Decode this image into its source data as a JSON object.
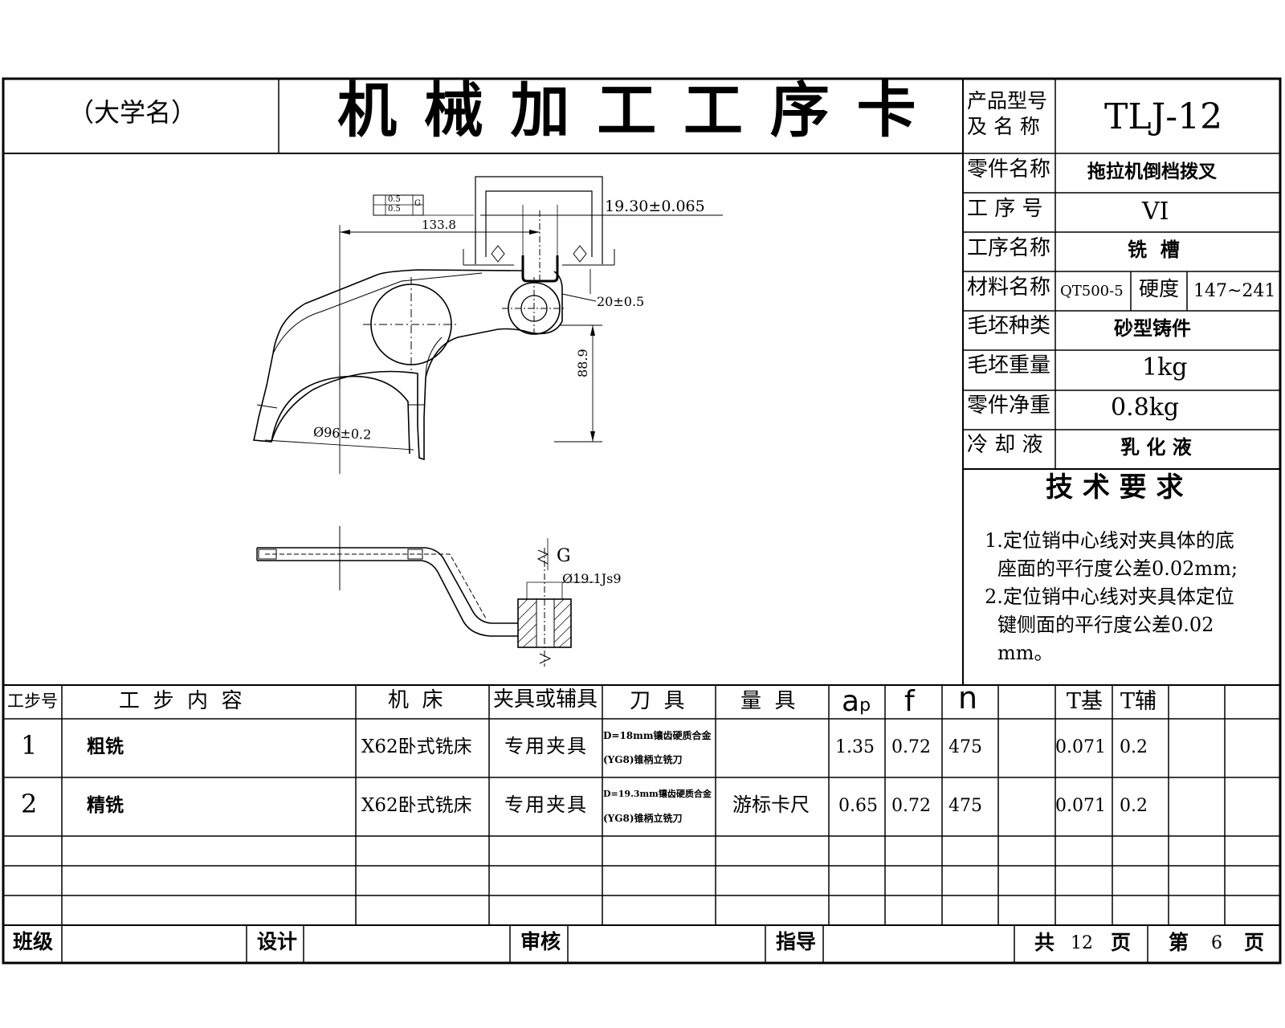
{
  "header": {
    "school": "（大学名）",
    "title": "机 械 加 工 工 序 卡",
    "product_label_1": "产品型号",
    "product_label_2": "及 名 称",
    "product_value": "TLJ-12"
  },
  "info": {
    "part_name_label": "零件名称",
    "part_name_value": "拖拉机倒档拨叉",
    "process_no_label": "工 序 号",
    "process_no_value": "VI",
    "process_name_label": "工序名称",
    "process_name_value": "铣  槽",
    "material_label": "材料名称",
    "material_value": "QT500-5",
    "hardness_label": "硬度",
    "hardness_value": "147~241",
    "blank_type_label": "毛坯种类",
    "blank_type_value": "砂型铸件",
    "blank_weight_label": "毛坯重量",
    "blank_weight_value": "1kg",
    "net_weight_label": "零件净重",
    "net_weight_value": "0.8kg",
    "coolant_label": "冷 却 液",
    "coolant_value": "乳 化 液"
  },
  "tech": {
    "title": "技 术 要 求",
    "lines": [
      "1.定位销中心线对夹具体的底",
      "座面的平行度公差0.02mm;",
      "2.定位销中心线对夹具体定位",
      "键侧面的平行度公差0.02",
      "mm。"
    ]
  },
  "drawing": {
    "dim_slot": "19.30±0.065",
    "dim_133": "133.8",
    "dim_20": "20±0.5",
    "dim_88": "88.9",
    "dim_96": "Ø96±0.2",
    "tol_1": "0.5",
    "tol_2": "0.5",
    "datum": "G",
    "datum_ref": "G",
    "dim_hole": "Ø19.1Js9"
  },
  "table": {
    "headers": {
      "step": "工步号",
      "content": "工  步  内  容",
      "machine": "机  床",
      "fixture": "夹具或辅具",
      "tool": "刀  具",
      "gauge": "量  具",
      "ap_main": "a",
      "ap_sub": "p",
      "f": "f",
      "n": "n",
      "t_basic": "T基",
      "t_aux": "T辅"
    },
    "rows": [
      {
        "step": "1",
        "content": "粗铣",
        "machine": "X62卧式铣床",
        "fixture": "专用夹具",
        "tool_1": "D=18mm镶齿硬质合金",
        "tool_2": "(YG8)锥柄立铣刀",
        "gauge": "",
        "ap": "1.35",
        "f": "0.72",
        "n": "475",
        "t_basic": "0.071",
        "t_aux": "0.2"
      },
      {
        "step": "2",
        "content": "精铣",
        "machine": "X62卧式铣床",
        "fixture": "专用夹具",
        "tool_1": "D=19.3mm镶齿硬质合金",
        "tool_2": "(YG8)锥柄立铣刀",
        "gauge": "游标卡尺",
        "ap": "0.65",
        "f": "0.72",
        "n": "475",
        "t_basic": "0.071",
        "t_aux": "0.2"
      }
    ]
  },
  "footer": {
    "class_label": "班级",
    "design_label": "设计",
    "review_label": "审核",
    "guide_label": "指导",
    "total_pre": "共",
    "total_num": "12",
    "total_post": "页",
    "page_pre": "第",
    "page_num": "6",
    "page_post": "页"
  }
}
